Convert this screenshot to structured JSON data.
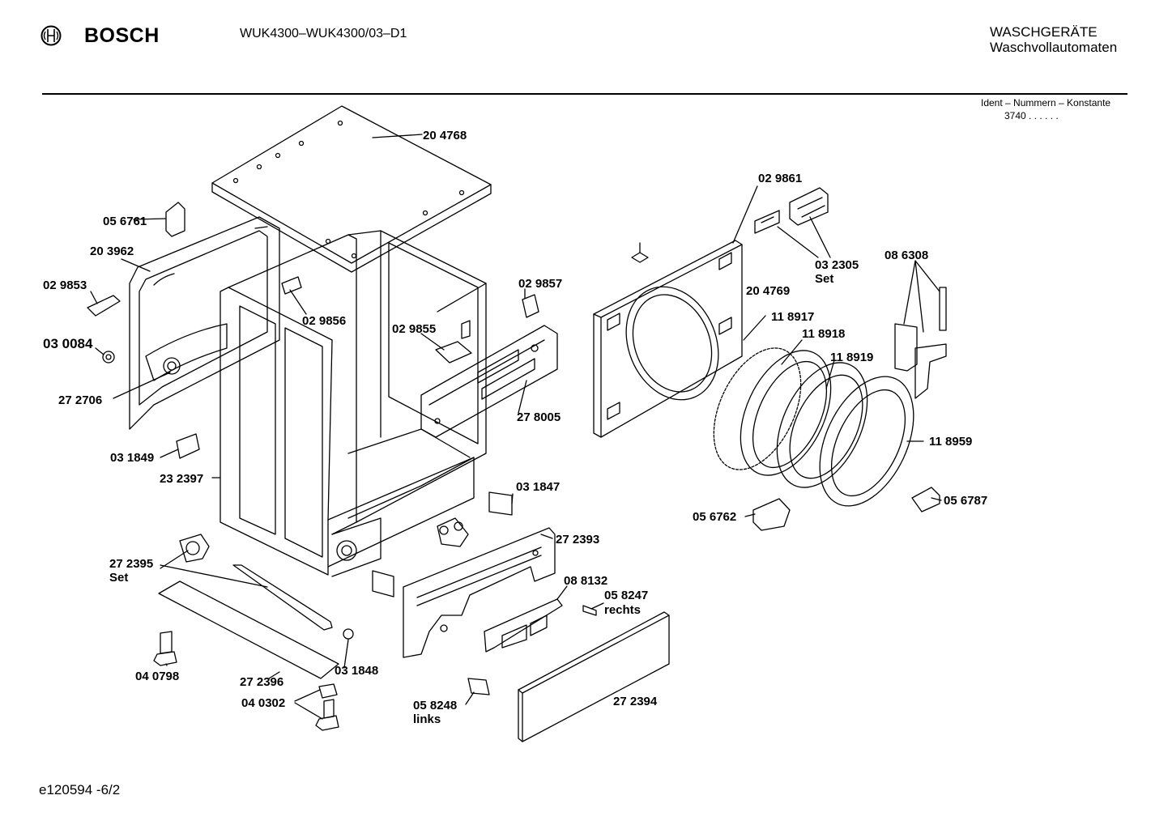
{
  "header": {
    "brand": "BOSCH",
    "model": "WUK4300–WUK4300/03–D1",
    "category_title": "WASCHGERÄTE",
    "category_subtitle": "Waschvollautomaten",
    "ident_label": "Ident – Nummern – Konstante",
    "ident_value": "3740 .  .  .  .  .  ."
  },
  "footer": {
    "drawing_id": "e120594 -6/2"
  },
  "parts": [
    {
      "number": "20 4768"
    },
    {
      "number": "05 6761"
    },
    {
      "number": "20 3962"
    },
    {
      "number": "02 9853"
    },
    {
      "number": "03 0084"
    },
    {
      "number": "27 2706"
    },
    {
      "number": "03 1849"
    },
    {
      "number": "23 2397"
    },
    {
      "number": "02 9856"
    },
    {
      "number": "02 9855"
    },
    {
      "number": "02 9857"
    },
    {
      "number": "27 8005"
    },
    {
      "number": "02 9861"
    },
    {
      "number": "03 2305",
      "note": "Set"
    },
    {
      "number": "08 6308"
    },
    {
      "number": "20 4769"
    },
    {
      "number": "11 8917"
    },
    {
      "number": "11 8918"
    },
    {
      "number": "11 8919"
    },
    {
      "number": "11 8959"
    },
    {
      "number": "03 1847"
    },
    {
      "number": "27 2393"
    },
    {
      "number": "05 6762"
    },
    {
      "number": "05 6787"
    },
    {
      "number": "27 2395",
      "note": "Set"
    },
    {
      "number": "08 8132"
    },
    {
      "number": "05 8247",
      "note": "rechts"
    },
    {
      "number": "04 0798"
    },
    {
      "number": "27 2396"
    },
    {
      "number": "03 1848"
    },
    {
      "number": "04 0302"
    },
    {
      "number": "05 8248",
      "note": "links"
    },
    {
      "number": "27 2394"
    }
  ]
}
